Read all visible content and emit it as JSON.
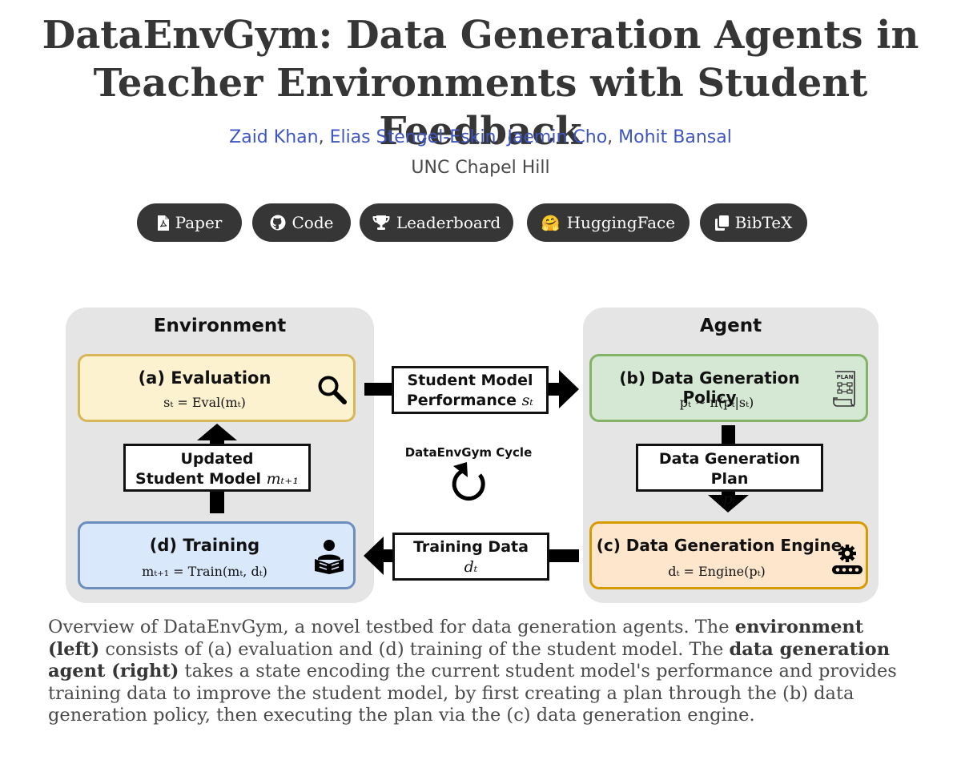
{
  "title": "DataEnvGym: Data Generation Agents in Teacher Environments with Student Feedback",
  "authors": [
    {
      "name": "Zaid Khan"
    },
    {
      "name": "Elias Stengel-Eskin"
    },
    {
      "name": "Jaemin Cho"
    },
    {
      "name": "Mohit Bansal"
    }
  ],
  "author_separator": ", ",
  "affiliation": "UNC Chapel Hill",
  "buttons": [
    {
      "label": "Paper",
      "icon": "pdf-icon"
    },
    {
      "label": "Code",
      "icon": "github-icon"
    },
    {
      "label": "Leaderboard",
      "icon": "trophy-icon"
    },
    {
      "label": "HuggingFace",
      "icon": "huggingface-emoji",
      "glyph": "🤗"
    },
    {
      "label": "BibTeX",
      "icon": "copy-icon"
    }
  ],
  "figure": {
    "environment": {
      "title": "Environment",
      "evaluation": {
        "label": "(a) Evaluation",
        "formula": "sₜ = Eval(mₜ)",
        "icon": "magnifier-icon"
      },
      "training": {
        "label": "(d) Training",
        "formula": "mₜ₊₁ = Train(mₜ, dₜ)",
        "icon": "reader-icon"
      },
      "updated_model": {
        "line1": "Updated",
        "line2": "Student Model",
        "math": "mₜ₊₁"
      }
    },
    "agent": {
      "title": "Agent",
      "policy": {
        "label": "(b) Data Generation Policy",
        "formula": "pₜ ∼ π(pₜ|sₜ)",
        "icon": "plan-icon",
        "icon_text": "PLAN"
      },
      "engine": {
        "label": "(c) Data Generation Engine",
        "formula": "dₜ = Engine(pₜ)",
        "icon": "gear-conveyor-icon"
      },
      "plan": {
        "line1": "Data Generation Plan",
        "math": "pₜ"
      }
    },
    "performance": {
      "line1": "Student Model",
      "line2": "Performance",
      "math": "sₜ"
    },
    "training_data": {
      "line1": "Training Data",
      "math": "dₜ"
    },
    "cycle": {
      "label": "DataEnvGym Cycle",
      "icon": "cycle-icon"
    },
    "colors": {
      "evaluation_fill": "#fdf2d0",
      "evaluation_border": "#d6b656",
      "policy_fill": "#d5e8d4",
      "policy_border": "#82b366",
      "engine_fill": "#fde6cc",
      "engine_border": "#d79b00",
      "training_fill": "#dae8fc",
      "training_border": "#6c8ebf",
      "panel": "#e5e5e5"
    }
  },
  "caption": {
    "p1": "Overview of DataEnvGym, a novel testbed for data generation agents. The ",
    "b1": "environment (left)",
    "p2": " consists of (a) evaluation and (d) training of the student model. The ",
    "b2": "data generation agent (right)",
    "p3": " takes a state encoding the current student model's performance and provides training data to improve the student model, by first creating a plan through the (b) data generation policy, then executing the plan via the (c) data generation engine."
  }
}
